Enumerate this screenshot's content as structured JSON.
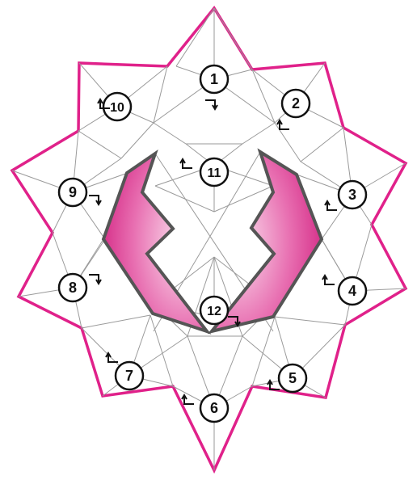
{
  "puzzle": {
    "colors": {
      "outline": "#e0218a",
      "gem": "#e0218a",
      "gem_light": "#fbe3f0",
      "wall": "#555555",
      "grid": "#9a9a9a",
      "tile": "#f7f7f7",
      "node_stroke": "#111111",
      "node_fill": "#ffffff",
      "arrow": "#111111"
    },
    "nodes": [
      {
        "id": "1",
        "label": "1",
        "rotation": "clockwise"
      },
      {
        "id": "2",
        "label": "2",
        "rotation": "counterclockwise"
      },
      {
        "id": "3",
        "label": "3",
        "rotation": "counterclockwise"
      },
      {
        "id": "4",
        "label": "4",
        "rotation": "counterclockwise"
      },
      {
        "id": "5",
        "label": "5",
        "rotation": "counterclockwise"
      },
      {
        "id": "6",
        "label": "6",
        "rotation": "counterclockwise"
      },
      {
        "id": "7",
        "label": "7",
        "rotation": "counterclockwise"
      },
      {
        "id": "8",
        "label": "8",
        "rotation": "clockwise"
      },
      {
        "id": "9",
        "label": "9",
        "rotation": "clockwise"
      },
      {
        "id": "10",
        "label": "10",
        "rotation": "counterclockwise"
      },
      {
        "id": "11",
        "label": "11",
        "rotation": "counterclockwise"
      },
      {
        "id": "12",
        "label": "12",
        "rotation": "clockwise"
      }
    ]
  }
}
